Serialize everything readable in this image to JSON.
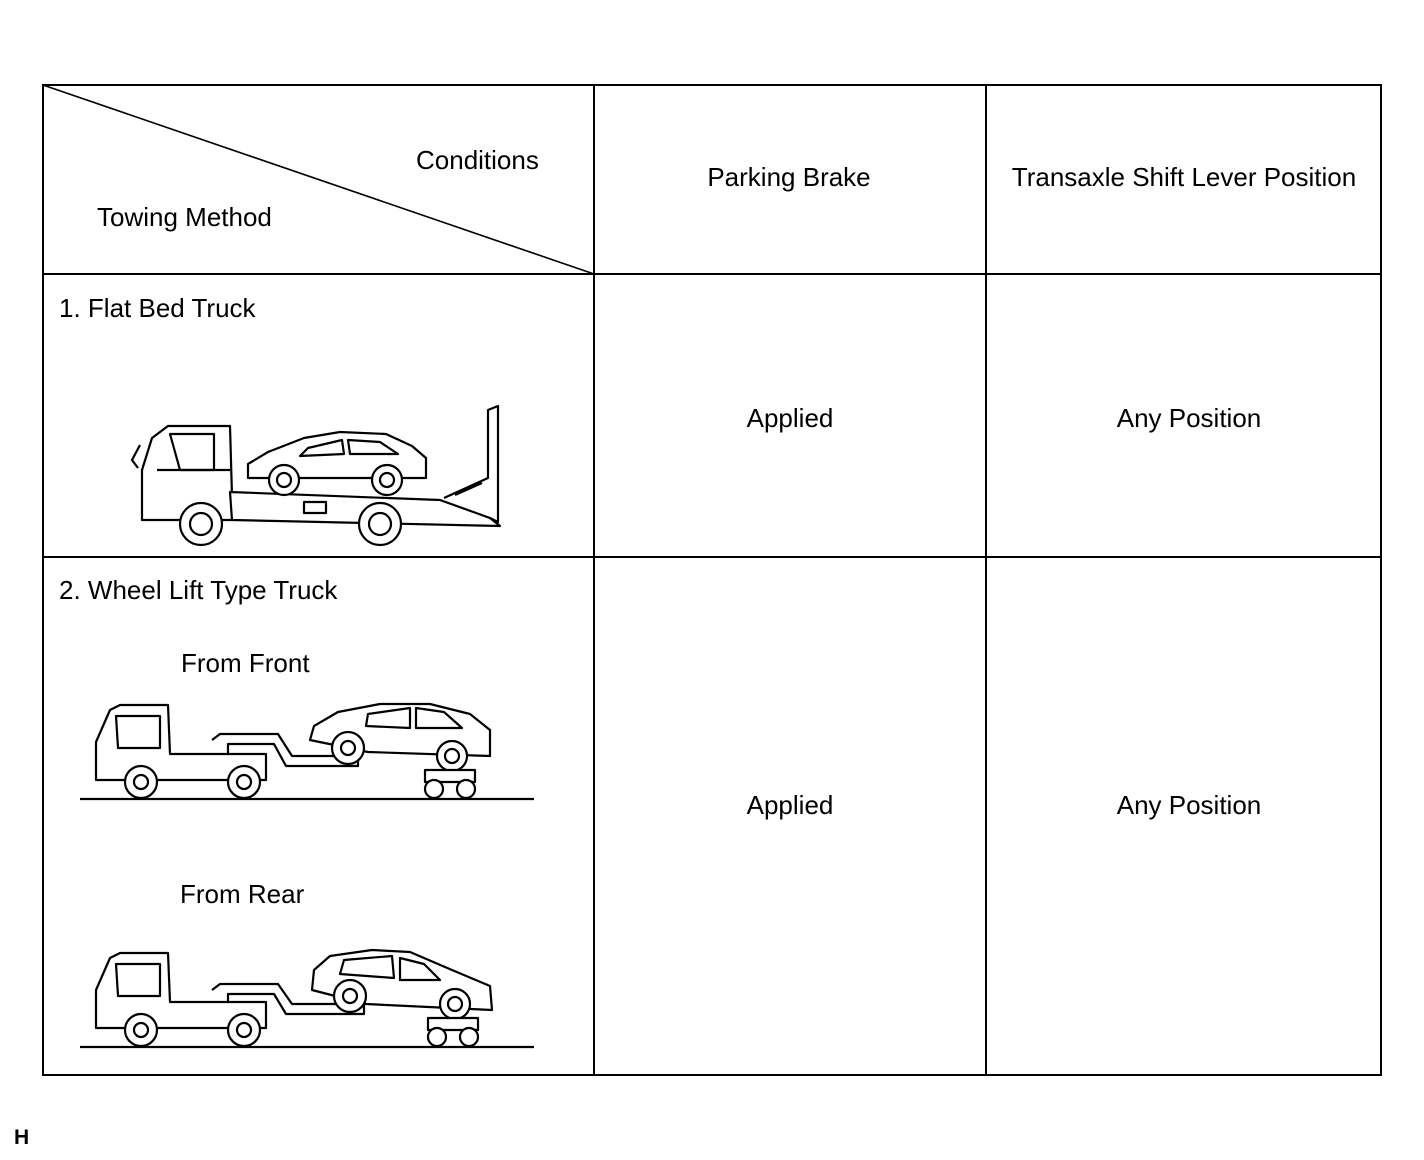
{
  "header": {
    "conditions": "Conditions",
    "towing_method": "Towing Method",
    "parking_brake": "Parking Brake",
    "shift_lever": "Transaxle Shift Lever Position"
  },
  "rows": [
    {
      "method": "1. Flat Bed Truck",
      "parking_brake": "Applied",
      "shift_lever": "Any Position"
    },
    {
      "method": "2. Wheel Lift Type Truck",
      "sub": [
        "From Front",
        "From Rear"
      ],
      "parking_brake": "Applied",
      "shift_lever": "Any Position"
    }
  ],
  "footer_code": "H"
}
